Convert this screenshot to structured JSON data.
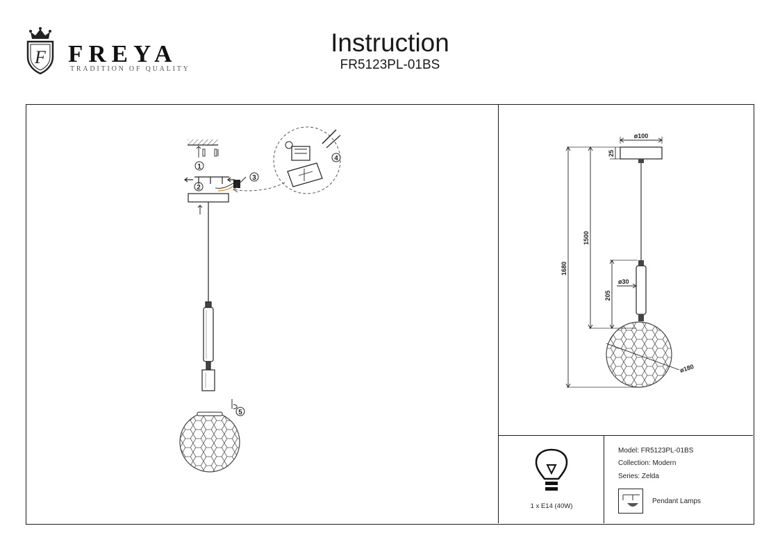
{
  "brand": {
    "name": "FREYA",
    "tagline": "TRADITION OF QUALITY",
    "monogram": "F"
  },
  "document": {
    "title": "Instruction",
    "model_code": "FR5123PL-01BS"
  },
  "assembly": {
    "steps": [
      "1",
      "2",
      "3",
      "4",
      "5"
    ]
  },
  "dimensions": {
    "canopy_diameter": "ø100",
    "canopy_height": "25",
    "max_length": "1500",
    "overall_height": "1680",
    "holder_diameter": "ø30",
    "holder_length": "205",
    "shade_diameter": "ø180"
  },
  "bulb": {
    "label": "1 x E14 (40W)"
  },
  "specs": {
    "model": "Model: FR5123PL-01BS",
    "collection": "Collection: Modern",
    "series": "Series: Zelda",
    "type": "Pendant Lamps"
  }
}
